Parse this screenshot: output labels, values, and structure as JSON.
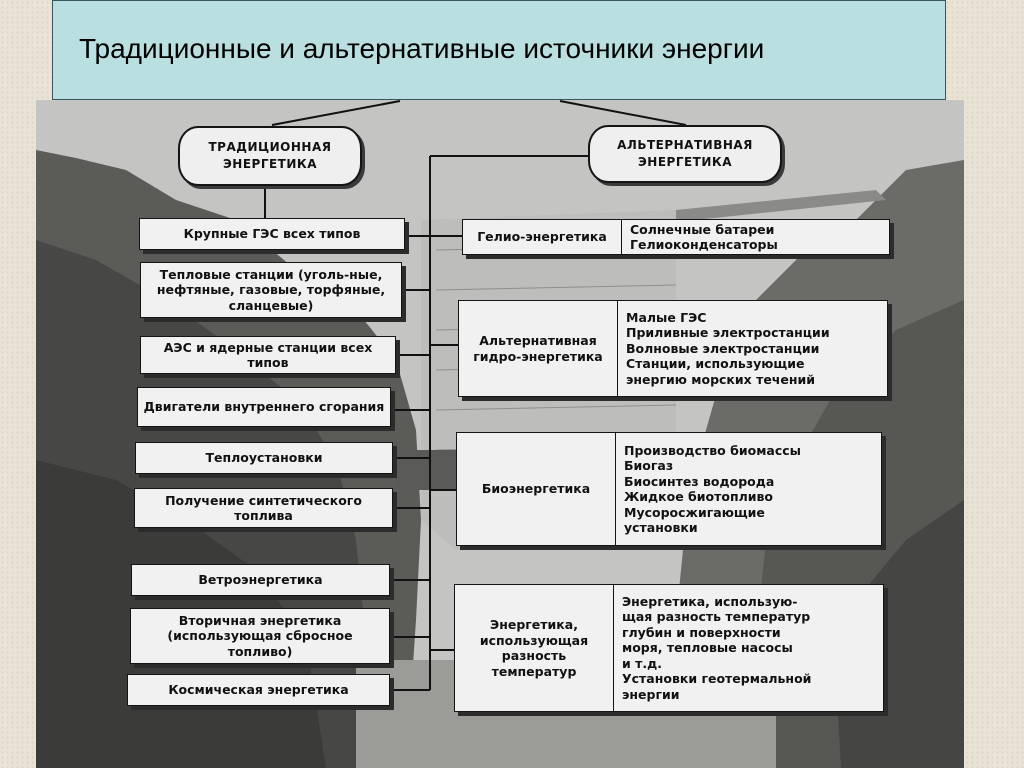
{
  "title": "Традиционные и альтернативные источники энергии",
  "traditional": {
    "caption": "ТРАДИЦИОННАЯ ЭНЕРГЕТИКА",
    "items": [
      "Крупные ГЭС всех типов",
      "Тепловые станции (уголь-ные, нефтяные, газовые, торфяные, сланцевые)",
      "АЭС и ядерные станции всех типов",
      "Двигатели внутреннего сгорания",
      "Теплоустановки",
      "Получение синтетического топлива",
      "Ветроэнергетика",
      "Вторичная энергетика (использующая сбросное топливо)",
      "Космическая энергетика"
    ]
  },
  "alternative": {
    "caption": "АЛЬТЕРНАТИВНАЯ ЭНЕРГЕТИКА",
    "groups": [
      {
        "label": "Гелио-энергетика",
        "items": [
          "Солнечные батареи",
          "Гелиоконденсаторы"
        ]
      },
      {
        "label": "Альтернативная гидро-энергетика",
        "items": [
          "Малые ГЭС",
          "Приливные электростанции",
          "Волновые электростанции",
          "Станции, использующие",
          "энергию морских течений"
        ]
      },
      {
        "label": "Биоэнергетика",
        "items": [
          "Производство биомассы",
          "Биогаз",
          "Биосинтез водорода",
          "Жидкое биотопливо",
          "Мусоросжигающие",
          "установки"
        ]
      },
      {
        "label": "Энергетика, использующая разность температур",
        "items": [
          "Энергетика, использую-",
          "щая разность температур",
          "глубин и поверхности",
          "моря, тепловые насосы",
          " и т.д.",
          "Установки геотермальной",
          "энергии"
        ]
      }
    ]
  }
}
